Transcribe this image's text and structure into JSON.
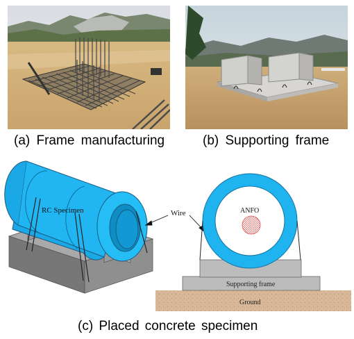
{
  "figure": {
    "panel_a": {
      "caption": "(a) Frame manufacturing"
    },
    "panel_b": {
      "caption": "(b) Supporting frame"
    },
    "panel_c": {
      "caption": "(c) Placed concrete specimen",
      "labels": {
        "specimen": "RC Specimen",
        "wire": "Wire",
        "explosive": "ANFO",
        "frame": "Supporting frame",
        "ground": "Ground"
      }
    },
    "colors": {
      "specimen": "#1fb3f0",
      "frame": "#bcbcbc",
      "ground": "#d8b898",
      "anfo": "#e05050"
    }
  }
}
